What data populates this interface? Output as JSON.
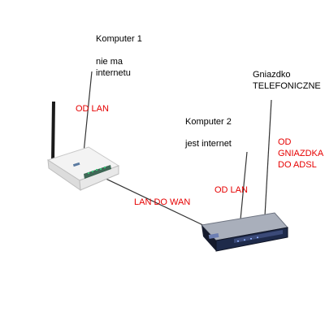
{
  "colors": {
    "black_text": "#000000",
    "red_text": "#e60000",
    "cable": "#333333",
    "router_body": "#f2f2f2",
    "modem_body": "#1e2a4a",
    "modem_top": "#aab0bc"
  },
  "labels": {
    "komputer1_title": "Komputer 1",
    "komputer1_status": "nie ma\ninternetu",
    "od_lan_1": "OD LAN",
    "komputer2_title": "Komputer 2",
    "komputer2_status": "jest internet",
    "gniazdko": "Gniazdko\nTELEFONICZNE",
    "od_gniazdka": "OD\nGNIAZDKA\nDO ADSL",
    "od_lan_2": "OD LAN",
    "lan_do_wan": "LAN DO WAN"
  },
  "devices": {
    "router_icon": "wifi-router",
    "modem_icon": "adsl-modem"
  }
}
